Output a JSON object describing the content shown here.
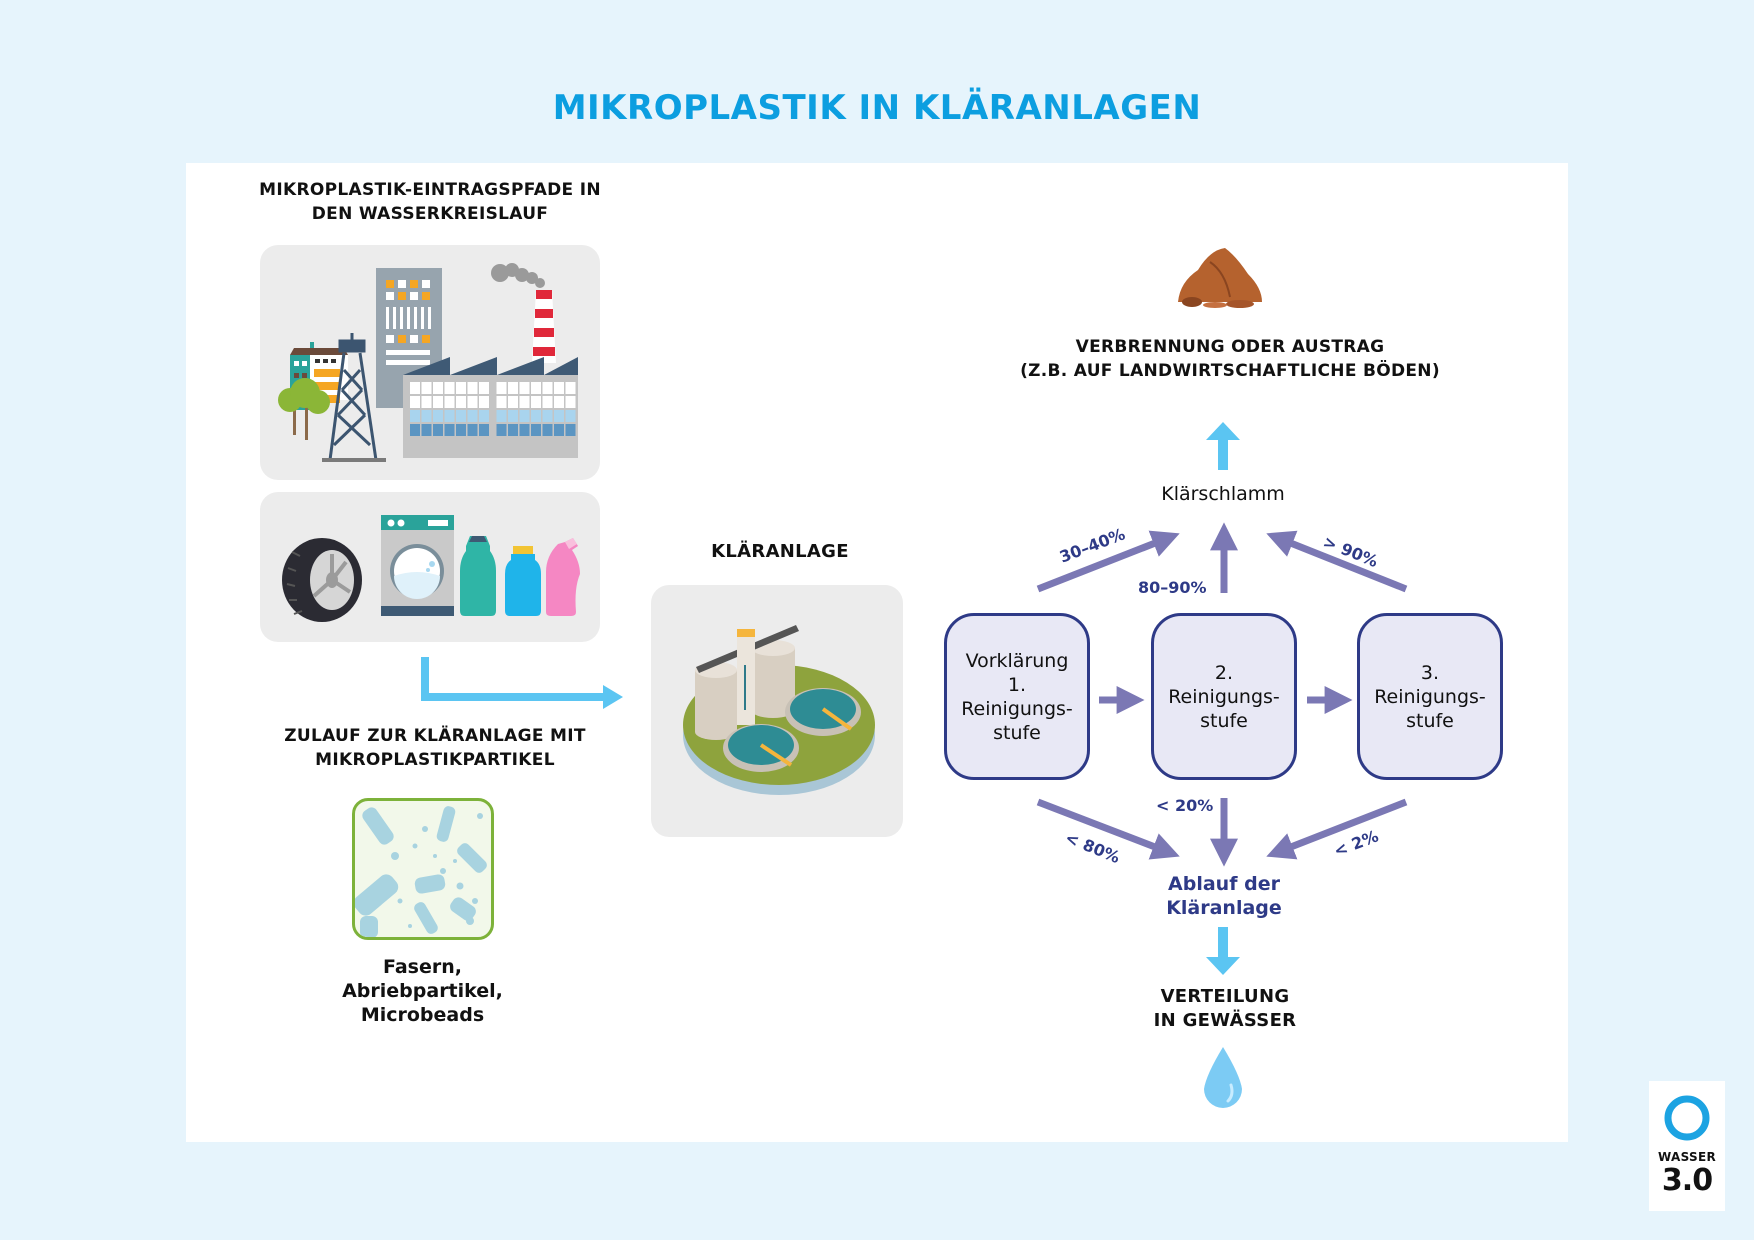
{
  "title": "MIKROPLASTIK IN KLÄRANLAGEN",
  "colors": {
    "background": "#e6f4fc",
    "title": "#0c9ee0",
    "flow_arrow": "#5bc5f2",
    "stage_arrow": "#7b78b4",
    "stage_border": "#2e3a87",
    "stage_fill": "#e8e8f5",
    "card": "#ececec"
  },
  "sources": {
    "heading_line1": "MIKROPLASTIK-EINTRAGSPFADE IN",
    "heading_line2": "DEN WASSERKREISLAUF",
    "illustration1": "city-industry-illustration",
    "illustration2": "tire-washing-machine-bottles-illustration"
  },
  "inflow": {
    "label_line1": "ZULAUF ZUR KLÄRANLAGE MIT",
    "label_line2": "MIKROPLASTIKPARTIKEL",
    "particles_line1": "Fasern,",
    "particles_line2": "Abriebpartikel,",
    "particles_line3": "Microbeads"
  },
  "plant": {
    "label": "KLÄRANLAGE",
    "illustration": "treatment-plant-illustration"
  },
  "stages": [
    {
      "line1": "Vorklärung",
      "line2": "1.",
      "line3": "Reinigungs-",
      "line4": "stufe"
    },
    {
      "line1": "2.",
      "line2": "Reinigungs-",
      "line3": "stufe"
    },
    {
      "line1": "3.",
      "line2": "Reinigungs-",
      "line3": "stufe"
    }
  ],
  "sludge": {
    "label": "Klärschlamm",
    "to_sludge": [
      "30–40%",
      "80–90%",
      "> 90%"
    ],
    "destination_line1": "VERBRENNUNG ODER AUSTRAG",
    "destination_line2": "(Z.B. AUF LANDWIRTSCHAFTLICHE BÖDEN)"
  },
  "effluent": {
    "label_line1": "Ablauf der",
    "label_line2": "Kläranlage",
    "to_effluent": [
      "< 80%",
      "< 20%",
      "< 2%"
    ],
    "destination_line1": "VERTEILUNG",
    "destination_line2": "IN GEWÄSSER"
  },
  "logo": {
    "word": "WASSER",
    "version": "3.0"
  }
}
